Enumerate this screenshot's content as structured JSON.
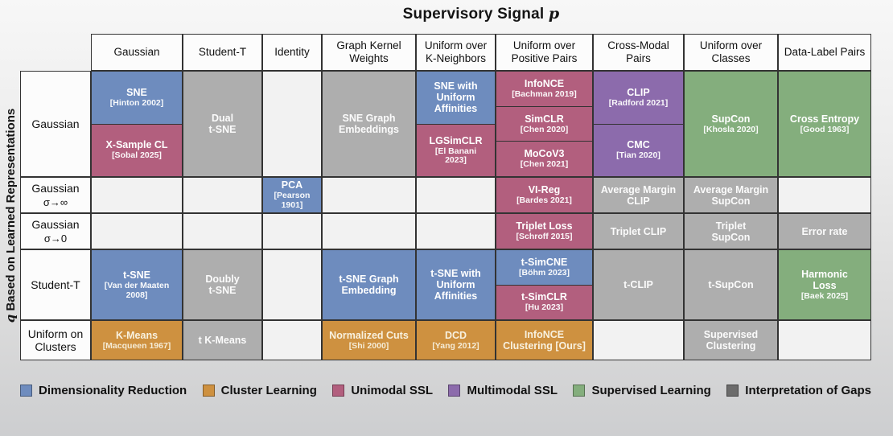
{
  "title": {
    "main": "Supervisory Signal",
    "var": "p"
  },
  "y_axis": {
    "var": "q",
    "text": "Based on Learned Representations"
  },
  "columns": [
    "Gaussian",
    "Student-T",
    "Identity",
    "Graph Kernel Weights",
    "Uniform over K-Neighbors",
    "Uniform over Positive Pairs",
    "Cross-Modal Pairs",
    "Uniform over Classes",
    "Data-Label Pairs"
  ],
  "rows": [
    {
      "label": "Gaussian",
      "sub": ""
    },
    {
      "label": "Gaussian",
      "sub": "σ→∞"
    },
    {
      "label": "Gaussian",
      "sub": "σ→0"
    },
    {
      "label": "Student-T",
      "sub": ""
    },
    {
      "label": "Uniform on Clusters",
      "sub": ""
    }
  ],
  "cells": [
    [
      [
        {
          "label": "SNE",
          "cite": "[Hinton 2002]",
          "cat": "dr"
        },
        {
          "label": "X-Sample CL",
          "cite": "[Sobal 2025]",
          "cat": "ussl"
        }
      ],
      [
        {
          "label": "Dual\nt-SNE",
          "cat": "gap"
        }
      ],
      [],
      [
        {
          "label": "SNE Graph\nEmbeddings",
          "cat": "gap"
        }
      ],
      [
        {
          "label": "SNE with\nUniform\nAffinities",
          "cat": "dr"
        },
        {
          "label": "LGSimCLR",
          "cite": "[El Banani\n2023]",
          "cat": "ussl"
        }
      ],
      [
        {
          "label": "InfoNCE",
          "cite": "[Bachman 2019]",
          "cat": "ussl"
        },
        {
          "label": "SimCLR",
          "cite": "[Chen 2020]",
          "cat": "ussl"
        },
        {
          "label": "MoCoV3",
          "cite": "[Chen 2021]",
          "cat": "ussl"
        }
      ],
      [
        {
          "label": "CLIP",
          "cite": "[Radford 2021]",
          "cat": "mssl"
        },
        {
          "label": "CMC",
          "cite": "[Tian 2020]",
          "cat": "mssl"
        }
      ],
      [
        {
          "label": "SupCon",
          "cite": "[Khosla 2020]",
          "cat": "sl"
        }
      ],
      [
        {
          "label": "Cross Entropy",
          "cite": "[Good 1963]",
          "cat": "sl"
        }
      ]
    ],
    [
      [],
      [],
      [
        {
          "label": "PCA",
          "cite": "[Pearson 1901]",
          "cat": "dr"
        }
      ],
      [],
      [],
      [
        {
          "label": "VI-Reg",
          "cite": "[Bardes 2021]",
          "cat": "ussl"
        }
      ],
      [
        {
          "label": "Average Margin\nCLIP",
          "cat": "gap"
        }
      ],
      [
        {
          "label": "Average Margin\nSupCon",
          "cat": "gap"
        }
      ],
      []
    ],
    [
      [],
      [],
      [],
      [],
      [],
      [
        {
          "label": "Triplet Loss",
          "cite": "[Schroff 2015]",
          "cat": "ussl"
        }
      ],
      [
        {
          "label": "Triplet CLIP",
          "cat": "gap"
        }
      ],
      [
        {
          "label": "Triplet\nSupCon",
          "cat": "gap"
        }
      ],
      [
        {
          "label": "Error rate",
          "cat": "gap"
        }
      ]
    ],
    [
      [
        {
          "label": "t-SNE",
          "cite": "[Van der Maaten\n2008]",
          "cat": "dr"
        }
      ],
      [
        {
          "label": "Doubly\nt-SNE",
          "cat": "gap"
        }
      ],
      [],
      [
        {
          "label": "t-SNE Graph\nEmbedding",
          "cat": "dr"
        }
      ],
      [
        {
          "label": "t-SNE with\nUniform\nAffinities",
          "cat": "dr"
        }
      ],
      [
        {
          "label": "t-SimCNE",
          "cite": "[Böhm 2023]",
          "cat": "dr"
        },
        {
          "label": "t-SimCLR",
          "cite": "[Hu 2023]",
          "cat": "ussl"
        }
      ],
      [
        {
          "label": "t-CLIP",
          "cat": "gap"
        }
      ],
      [
        {
          "label": "t-SupCon",
          "cat": "gap"
        }
      ],
      [
        {
          "label": "Harmonic\nLoss",
          "cite": "[Baek 2025]",
          "cat": "sl"
        }
      ]
    ],
    [
      [
        {
          "label": "K-Means",
          "cite": "[Macqueen 1967]",
          "cat": "cl"
        }
      ],
      [
        {
          "label": "t K-Means",
          "cat": "gap"
        }
      ],
      [],
      [
        {
          "label": "Normalized Cuts",
          "cite": "[Shi 2000]",
          "cat": "cl"
        }
      ],
      [
        {
          "label": "DCD",
          "cite": "[Yang 2012]",
          "cat": "cl"
        }
      ],
      [
        {
          "label": "InfoNCE\nClustering [Ours]",
          "cat": "cl"
        }
      ],
      [],
      [
        {
          "label": "Supervised\nClustering",
          "cat": "gap"
        }
      ],
      []
    ]
  ],
  "legend": [
    {
      "label": "Dimensionality Reduction",
      "color": "#6E8CBE"
    },
    {
      "label": "Cluster Learning",
      "color": "#CE9140"
    },
    {
      "label": "Unimodal SSL",
      "color": "#B25F7E"
    },
    {
      "label": "Multimodal SSL",
      "color": "#8C6BAC"
    },
    {
      "label": "Supervised Learning",
      "color": "#84AE7D"
    },
    {
      "label": "Interpretation of Gaps",
      "color": "#6C6C6C"
    }
  ],
  "colors": {
    "categories": {
      "dr": "#6E8CBE",
      "cl": "#CE9140",
      "ussl": "#B25F7E",
      "mssl": "#8C6BAC",
      "sl": "#84AE7D",
      "gap": "#AEAEAE",
      "empty": "#F2F2F2"
    },
    "cell_text": "#FFFFFF",
    "orange_cell_text": "#F8F1DF",
    "grid_line": "#333333",
    "header_bg": "#FCFCFC"
  }
}
